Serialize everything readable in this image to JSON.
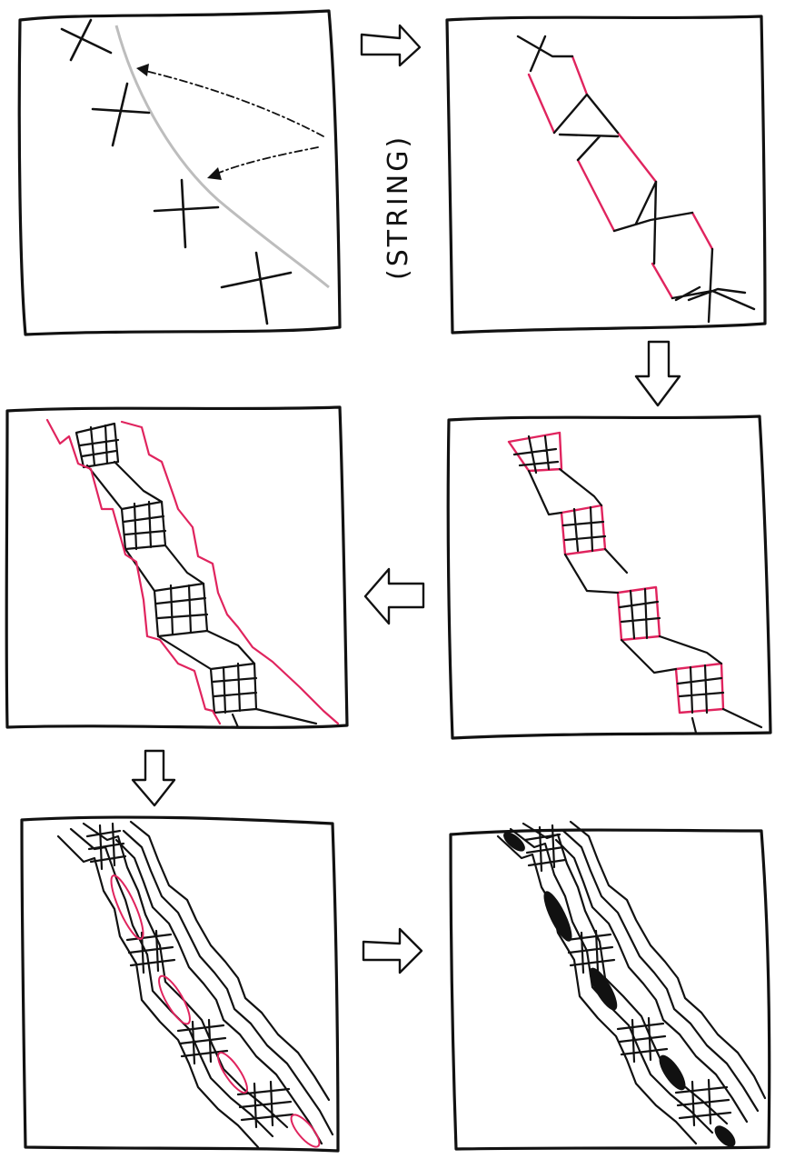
{
  "annotation": {
    "string_label": "(STRING)"
  },
  "colors": {
    "ink": "#111111",
    "accent": "#e0245e",
    "string_line": "#bdbdbd",
    "paper": "#ffffff"
  },
  "panels": [
    {
      "id": "step-1",
      "content": "x-marks-and-string"
    },
    {
      "id": "step-2",
      "content": "connected-zigzag"
    },
    {
      "id": "step-3",
      "content": "crosshatch-squares"
    },
    {
      "id": "step-4",
      "content": "outlined-band"
    },
    {
      "id": "step-5",
      "content": "inner-ovals"
    },
    {
      "id": "step-6",
      "content": "filled-ovals"
    }
  ],
  "arrows": [
    {
      "from": "step-1",
      "to": "step-2",
      "direction": "right"
    },
    {
      "from": "step-2",
      "to": "step-3",
      "direction": "down"
    },
    {
      "from": "step-3",
      "to": "step-4",
      "direction": "left"
    },
    {
      "from": "step-4",
      "to": "step-5",
      "direction": "down"
    },
    {
      "from": "step-5",
      "to": "step-6",
      "direction": "right"
    }
  ]
}
